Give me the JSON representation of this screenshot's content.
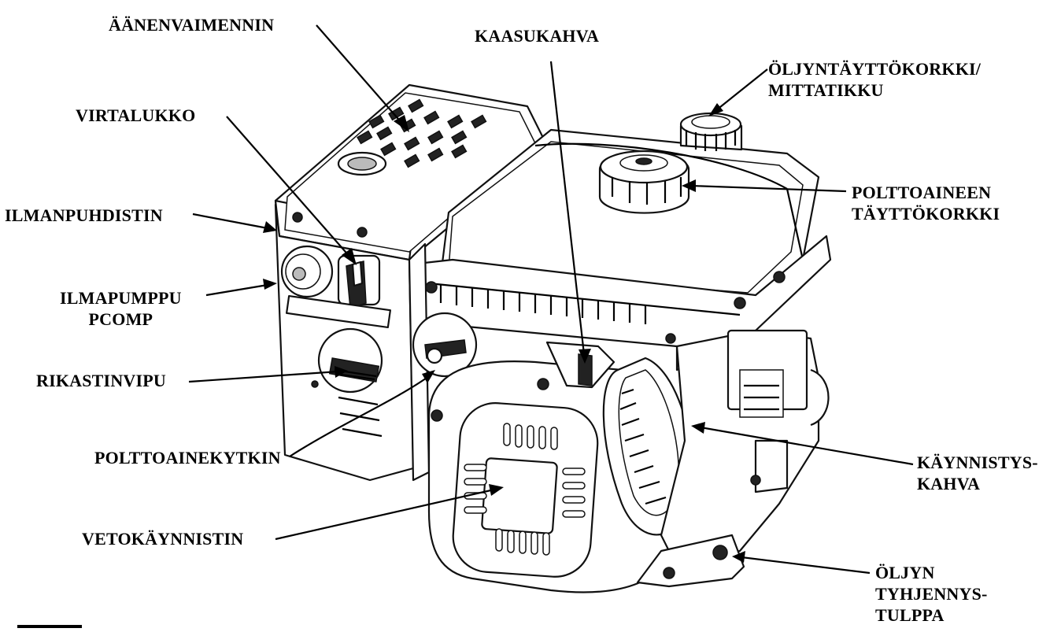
{
  "labels": {
    "muffler": "ÄÄNENVAIMENNIN",
    "throttle": "KAASUKAHVA",
    "oil_fill_1": "ÖLJYNTÄYTTÖKORKKI/",
    "oil_fill_2": "MITTATIKKU",
    "ignition": "VIRTALUKKO",
    "fuel_cap_1": "POLTTOAINEEN",
    "fuel_cap_2": "TÄYTTÖKORKKI",
    "air_cleaner": "ILMANPUHDISTIN",
    "primer_1": "ILMAPUMPPU",
    "primer_2": "PCOMP",
    "choke": "RIKASTINVIPU",
    "fuel_valve": "POLTTOAINEKYTKIN",
    "starter_handle_1": "KÄYNNISTYS-",
    "starter_handle_2": "KAHVA",
    "recoil_starter": "VETOKÄYNNISTIN",
    "oil_drain_1": "ÖLJYN",
    "oil_drain_2": "TYHJENNYS-",
    "oil_drain_3": "TULPPA"
  }
}
